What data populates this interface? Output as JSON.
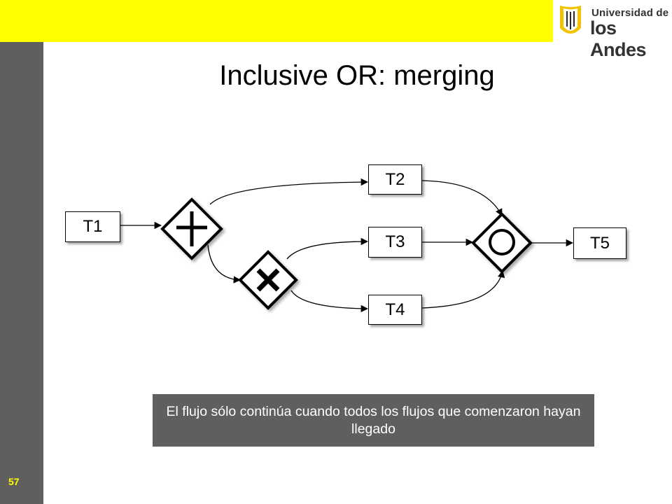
{
  "header": {
    "logo": {
      "line1": "Universidad de",
      "line2": "los Andes",
      "accent_color": "#f2c400"
    }
  },
  "slide": {
    "title": "Inclusive OR: merging",
    "number": "57"
  },
  "diagram": {
    "tasks": {
      "t1": "T1",
      "t2": "T2",
      "t3": "T3",
      "t4": "T4",
      "t5": "T5"
    },
    "gateways": [
      {
        "id": "split-1",
        "marker": "plus"
      },
      {
        "id": "split-2",
        "marker": "x"
      },
      {
        "id": "merge",
        "marker": "circle"
      }
    ]
  },
  "caption": "El flujo sólo continúa cuando todos los flujos que comenzaron hayan llegado",
  "colors": {
    "top_bar": "#ffff00",
    "side_bar": "#5f5f5f",
    "caption_bg": "#5f5f5f",
    "slide_number": "#ffff00"
  }
}
